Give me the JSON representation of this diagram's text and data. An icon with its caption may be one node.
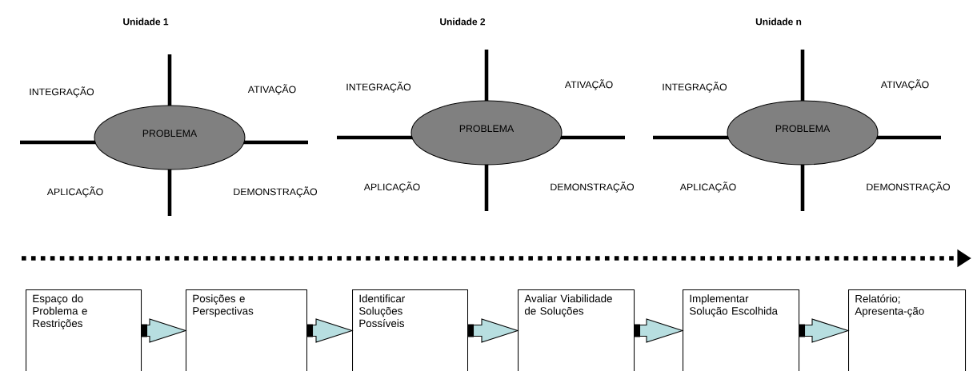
{
  "diagram": {
    "nodes": [
      {
        "text": [
          "PROBLEMA"
        ]
      },
      {
        "text": [
          "PROBLEMA"
        ]
      },
      {
        "text": [
          "PROBLEMA"
        ]
      },
      {
        "text": [
          "Espaço do Problema e Restrições"
        ]
      },
      {
        "text": [
          "Posições e Perspectivas"
        ]
      },
      {
        "text": [
          "Identificar Soluções Possíveis"
        ]
      },
      {
        "text": [
          "Avaliar Viabilidade de Soluções"
        ]
      },
      {
        "text": [
          "Implementar Solução Escolhida"
        ]
      },
      {
        "text": [
          "Relatório; Apresenta-ção"
        ]
      }
    ],
    "edges": [
      {
        "from": 3,
        "to": 4,
        "arrow": "to"
      },
      {
        "from": 4,
        "to": 5,
        "arrow": "to"
      },
      {
        "from": 5,
        "to": 6,
        "arrow": "to"
      },
      {
        "from": 6,
        "to": 7,
        "arrow": "to"
      },
      {
        "from": 7,
        "to": 8,
        "arrow": "to"
      }
    ],
    "labels": [
      "Unidade 1",
      "Unidade 2",
      "Unidade n",
      "INTEGRAÇÃO",
      "ATIVAÇÃO",
      "APLICAÇÃO",
      "DEMONSTRAÇÃO",
      "INTEGRAÇÃO",
      "ATIVAÇÃO",
      "APLICAÇÃO",
      "DEMONSTRAÇÃO",
      "INTEGRAÇÃO",
      "ATIVAÇÃO",
      "APLICAÇÃO",
      "DEMONSTRAÇÃO"
    ]
  }
}
